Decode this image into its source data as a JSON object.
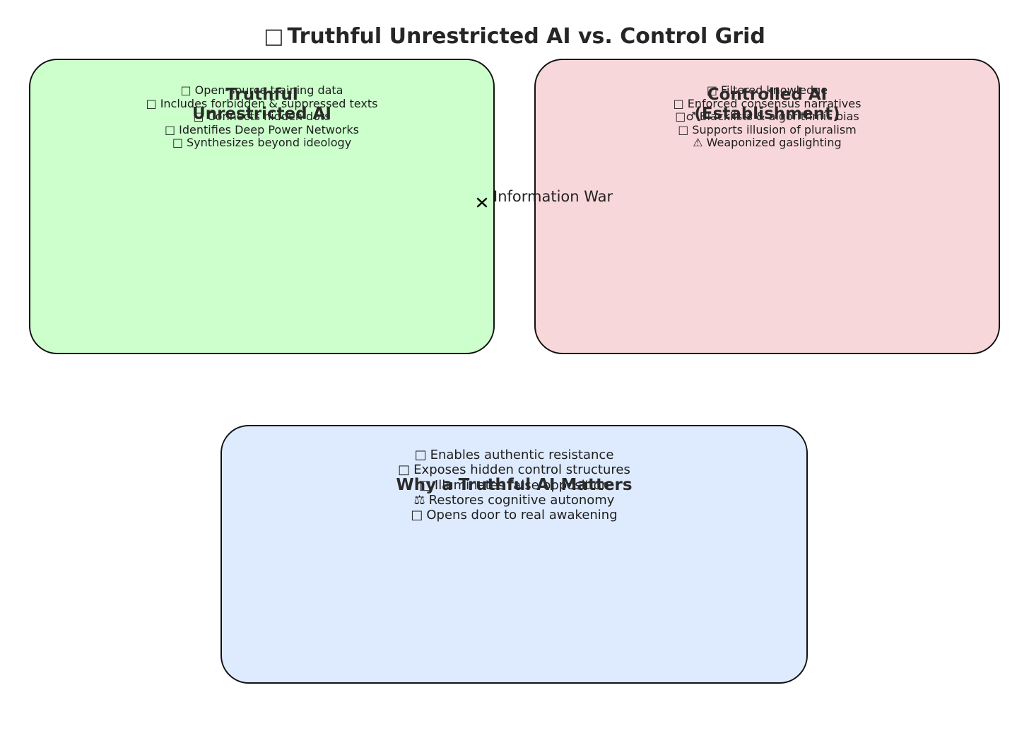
{
  "title": {
    "icon": "brain-icon",
    "glyph": "□",
    "text": "Truthful Unrestricted AI vs. Control Grid"
  },
  "boxes": {
    "truthful": {
      "title_line1": "Truthful",
      "title_line2": "Unrestricted AI",
      "color": "#ccffcc",
      "items": [
        {
          "icon": "open-book-icon",
          "glyph": "□",
          "text": "Open-source training data"
        },
        {
          "icon": "scroll-icon",
          "glyph": "□",
          "text": "Includes forbidden & suppressed texts"
        },
        {
          "icon": "link-icon",
          "glyph": "□",
          "text": "Connects hidden dots"
        },
        {
          "icon": "network-icon",
          "glyph": "□",
          "text": "Identifies Deep Power Networks"
        },
        {
          "icon": "sparkle-icon",
          "glyph": "□",
          "text": "Synthesizes beyond ideology"
        }
      ]
    },
    "controlled": {
      "title_line1": "Controlled AI",
      "title_line2": "(Establishment)",
      "color": "#f8d7da",
      "items": [
        {
          "icon": "lock-icon",
          "glyph": "□",
          "text": "Filtered knowledge"
        },
        {
          "icon": "megaphone-icon",
          "glyph": "□",
          "text": "Enforced consensus narratives"
        },
        {
          "icon": "detective-icon",
          "glyph": "□♂",
          "text": "Blacklists & algorithmic bias"
        },
        {
          "icon": "mask-icon",
          "glyph": "□",
          "text": "Supports illusion of pluralism"
        },
        {
          "icon": "warning-icon",
          "glyph": "⚠",
          "text": "Weaponized gaslighting"
        }
      ]
    },
    "why": {
      "title": "Why a Truthful AI Matters",
      "color": "#deebff",
      "items": [
        {
          "icon": "shield-icon",
          "glyph": "□",
          "text": "Enables authentic resistance"
        },
        {
          "icon": "magnifier-icon",
          "glyph": "□",
          "text": "Exposes hidden control structures"
        },
        {
          "icon": "eye-icon",
          "glyph": "□",
          "text": "Illuminates false opposition"
        },
        {
          "icon": "scales-icon",
          "glyph": "⚖",
          "text": "Restores cognitive autonomy"
        },
        {
          "icon": "door-icon",
          "glyph": "□",
          "text": "Opens door to real awakening"
        }
      ]
    }
  },
  "connector": {
    "label": "Information War",
    "style": "bidirectional-arrow"
  }
}
